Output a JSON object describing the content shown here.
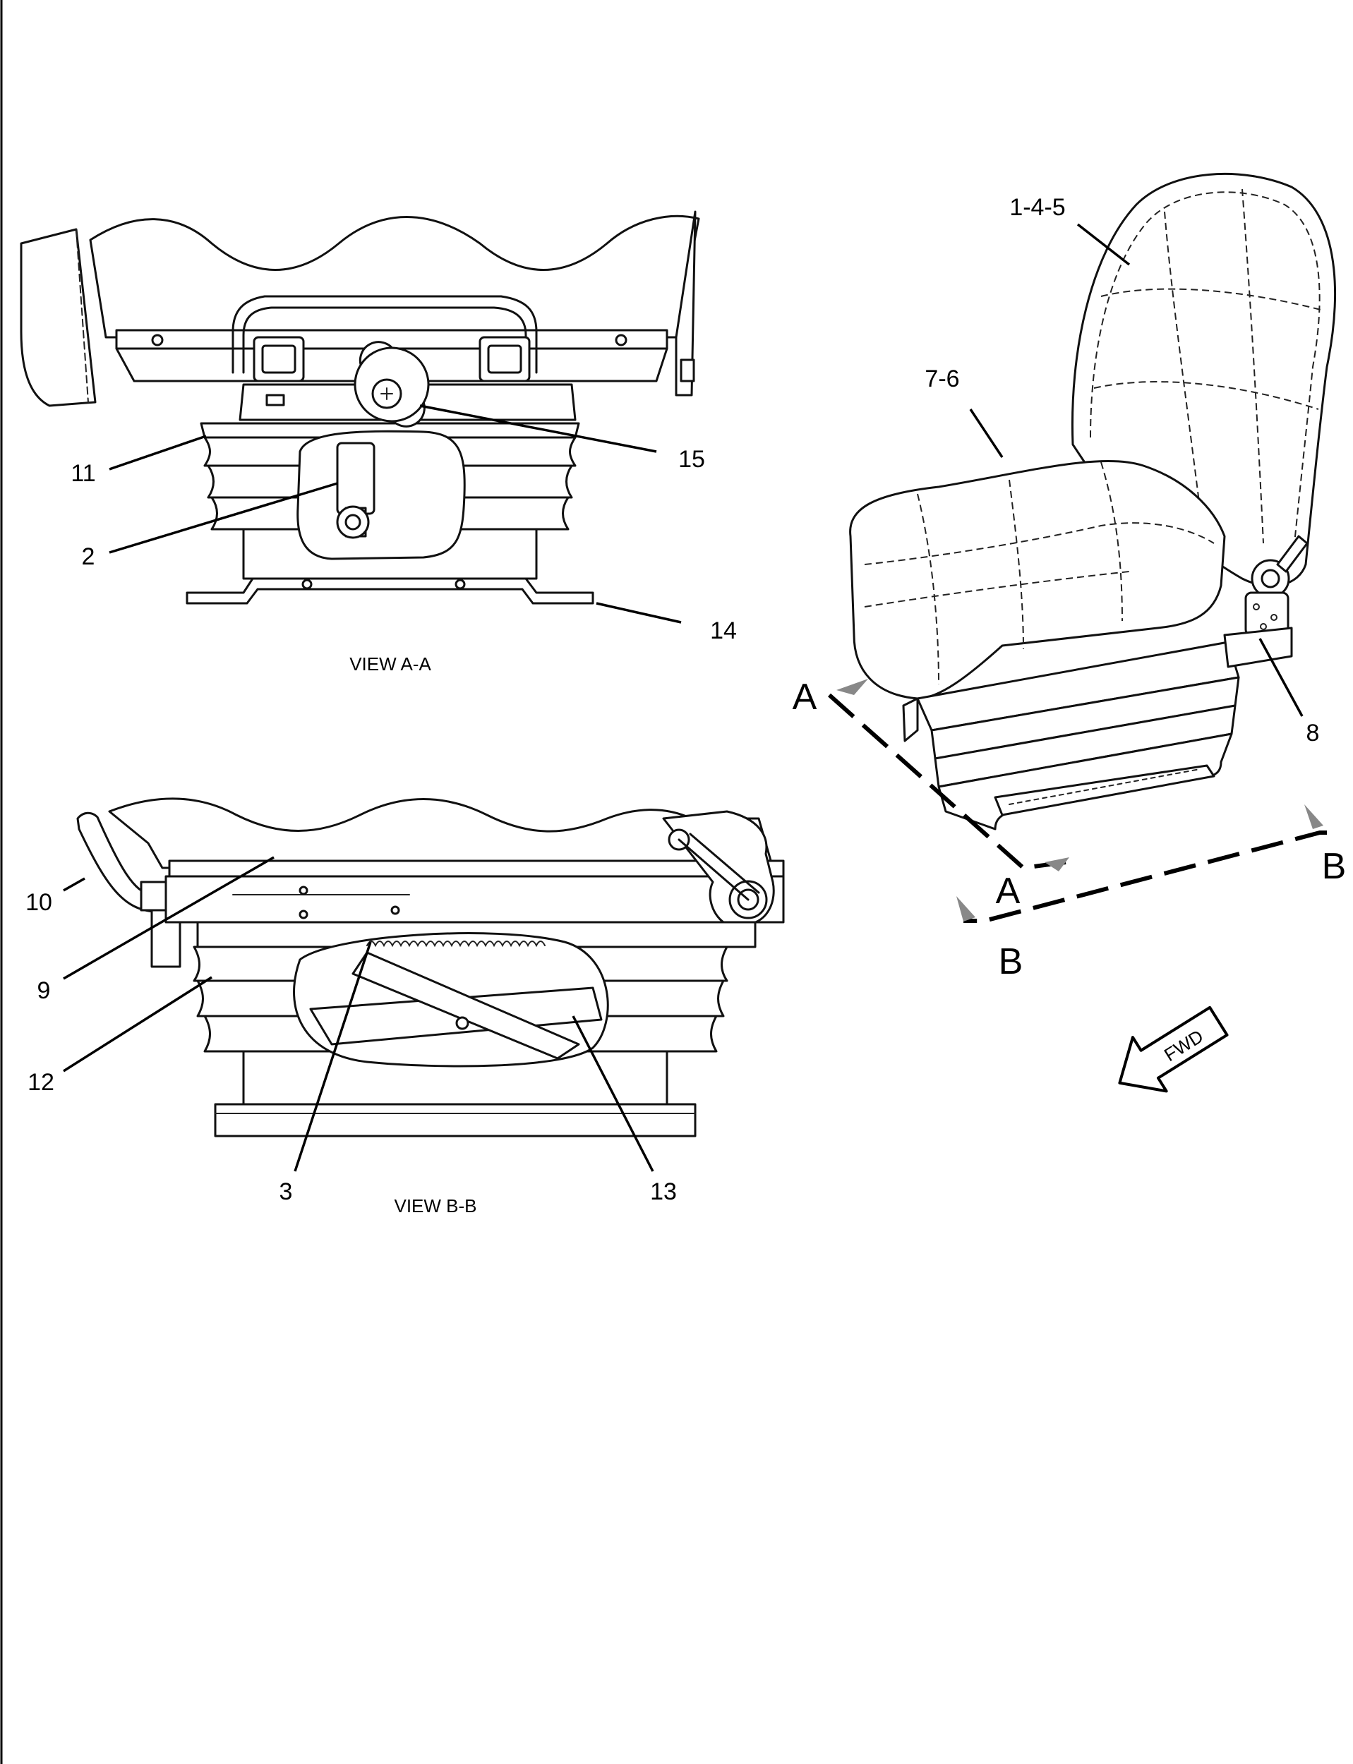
{
  "views": {
    "view_a": {
      "title": "VIEW A-A"
    },
    "view_b": {
      "title": "VIEW B-B"
    }
  },
  "callouts": {
    "c1_4_5": "1-4-5",
    "c7_6": "7-6",
    "c8": "8",
    "c11": "11",
    "c15": "15",
    "c2": "2",
    "c14": "14",
    "c10": "10",
    "c9": "9",
    "c12": "12",
    "c3": "3",
    "c13": "13"
  },
  "section_markers": {
    "a_top": "A",
    "a_bottom": "A",
    "b_right": "B",
    "b_bottom": "B"
  },
  "direction_arrow": {
    "label": "FWD",
    "icon": "forward-direction-arrow"
  }
}
